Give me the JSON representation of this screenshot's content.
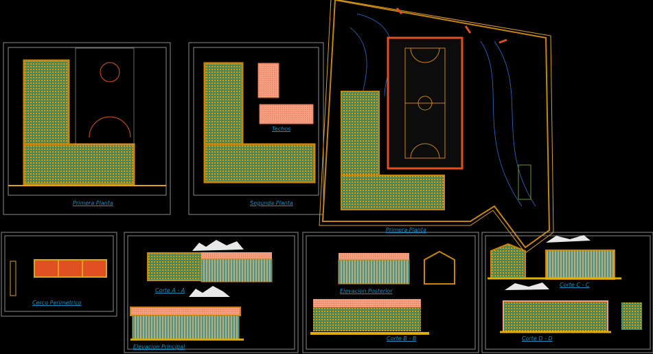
{
  "sheets": {
    "first_floor": {
      "title": "Primera Planta"
    },
    "second_floor": {
      "title": "Segunda Planta"
    },
    "roofs": {
      "title": "Techos"
    },
    "site_plan": {
      "title": "Primera Planta"
    },
    "perimeter_fence": {
      "title": "Cerco Perimetrico"
    },
    "section_aa": {
      "title": "Corte A - A"
    },
    "main_elevation": {
      "title": "Elevacion Principal"
    },
    "rear_elevation": {
      "title": "Elevacion Posterior"
    },
    "section_bb": {
      "title": "Corte B - B"
    },
    "section_cc": {
      "title": "Corte C - C"
    },
    "section_dd": {
      "title": "Corte D - D"
    }
  },
  "colors": {
    "background": "#000000",
    "frame": "#8c8c8c",
    "wall": "#c8860a",
    "roof": "#f4a080",
    "label": "#1a8fc0",
    "court": "#e05020",
    "contour": "#2a6fd0"
  }
}
